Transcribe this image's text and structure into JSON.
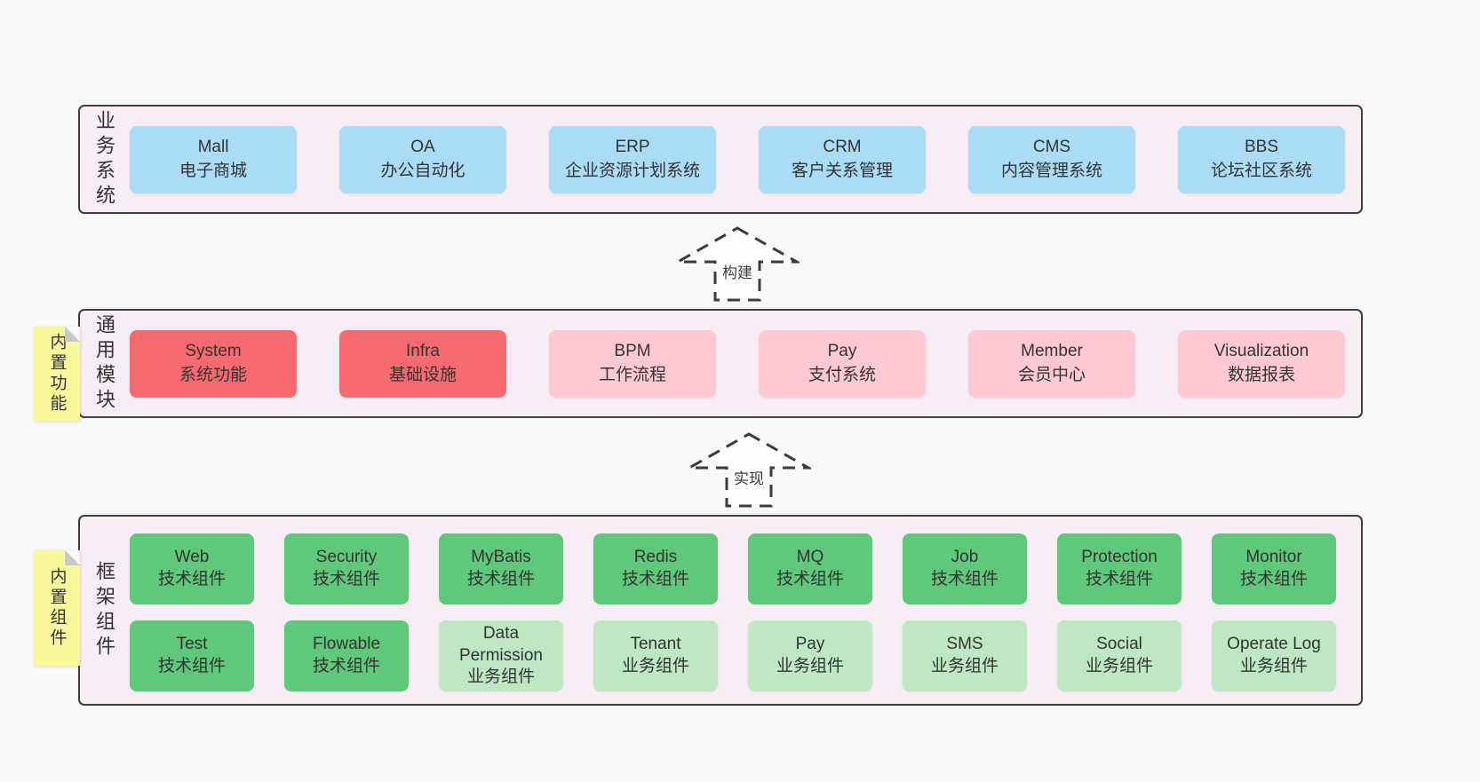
{
  "diagram": {
    "title_hint": "layered architecture diagram",
    "arrows": [
      {
        "label": "构建"
      },
      {
        "label": "实现"
      }
    ],
    "layers": [
      {
        "label": "业务系统",
        "boxes": [
          {
            "title": "Mall",
            "subtitle": "电子商城"
          },
          {
            "title": "OA",
            "subtitle": "办公自动化"
          },
          {
            "title": "ERP",
            "subtitle": "企业资源计划系统"
          },
          {
            "title": "CRM",
            "subtitle": "客户关系管理"
          },
          {
            "title": "CMS",
            "subtitle": "内容管理系统"
          },
          {
            "title": "BBS",
            "subtitle": "论坛社区系统"
          }
        ]
      },
      {
        "label": "通用模块",
        "sticky": "内置功能",
        "boxes": [
          {
            "title": "System",
            "subtitle": "系统功能"
          },
          {
            "title": "Infra",
            "subtitle": "基础设施"
          },
          {
            "title": "BPM",
            "subtitle": "工作流程"
          },
          {
            "title": "Pay",
            "subtitle": "支付系统"
          },
          {
            "title": "Member",
            "subtitle": "会员中心"
          },
          {
            "title": "Visualization",
            "subtitle": "数据报表"
          }
        ]
      },
      {
        "label": "框架组件",
        "sticky": "内置组件",
        "rows": [
          [
            {
              "title": "Web",
              "subtitle": "技术组件"
            },
            {
              "title": "Security",
              "subtitle": "技术组件"
            },
            {
              "title": "MyBatis",
              "subtitle": "技术组件"
            },
            {
              "title": "Redis",
              "subtitle": "技术组件"
            },
            {
              "title": "MQ",
              "subtitle": "技术组件"
            },
            {
              "title": "Job",
              "subtitle": "技术组件"
            },
            {
              "title": "Protection",
              "subtitle": "技术组件"
            },
            {
              "title": "Monitor",
              "subtitle": "技术组件"
            }
          ],
          [
            {
              "title": "Test",
              "subtitle": "技术组件"
            },
            {
              "title": "Flowable",
              "subtitle": "技术组件"
            },
            {
              "title": "Data Permission",
              "subtitle": "业务组件"
            },
            {
              "title": "Tenant",
              "subtitle": "业务组件"
            },
            {
              "title": "Pay",
              "subtitle": "业务组件"
            },
            {
              "title": "SMS",
              "subtitle": "业务组件"
            },
            {
              "title": "Social",
              "subtitle": "业务组件"
            },
            {
              "title": "Operate Log",
              "subtitle": "业务组件"
            }
          ]
        ]
      }
    ]
  },
  "colors": {
    "page_bg": "#f8f8f8",
    "layer_bg": "#f8edf5",
    "layer_border": "#3f3f3f",
    "business_box": "#aadcf5",
    "core_module_box": "#f76b70",
    "optional_module_box": "#fec9d3",
    "tech_component_box": "#5fc87a",
    "biz_component_box": "#bee7c4",
    "sticky_note": "#f9f99c",
    "sticky_fold": "#c8c8c8",
    "text": "#333333"
  }
}
